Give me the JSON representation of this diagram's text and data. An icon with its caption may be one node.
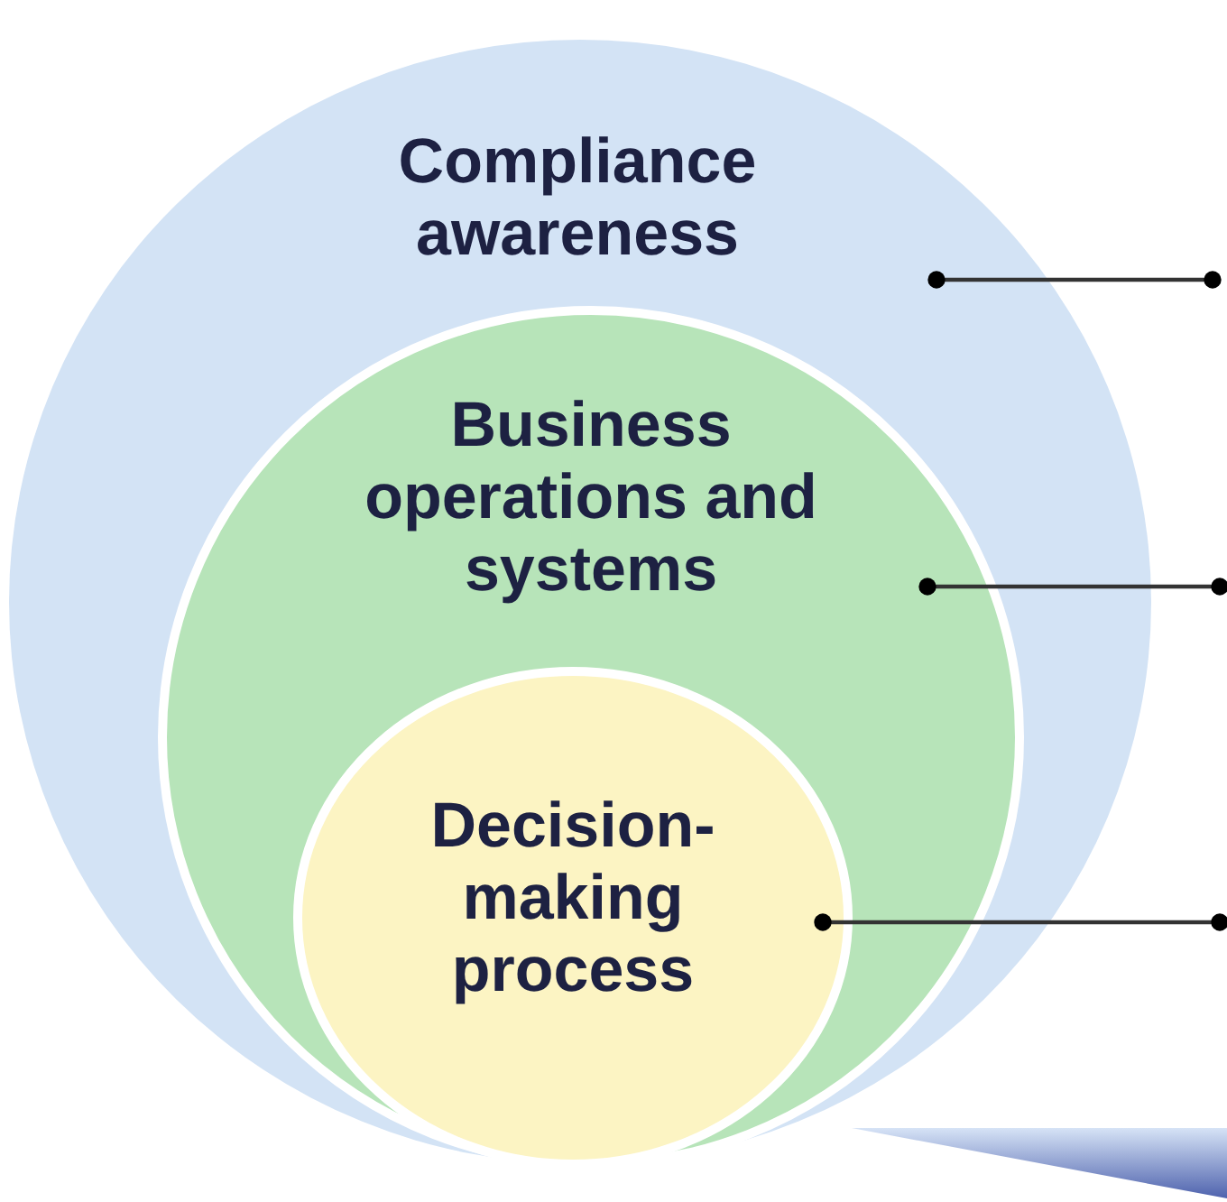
{
  "diagram": {
    "nodes": [
      {
        "text": [
          "Compliance awareness"
        ]
      },
      {
        "text": [
          "Business operations and systems"
        ],
        "in": 0
      },
      {
        "text": [
          "Decision-making process"
        ],
        "in": 1
      },
      {
        "text": [],
        "shape": "triangle"
      }
    ],
    "edges": [
      {
        "from": 0,
        "to": null,
        "arrow": "other"
      },
      {
        "from": 1,
        "to": null,
        "arrow": "other"
      },
      {
        "from": 2,
        "to": null,
        "arrow": "other"
      }
    ]
  }
}
